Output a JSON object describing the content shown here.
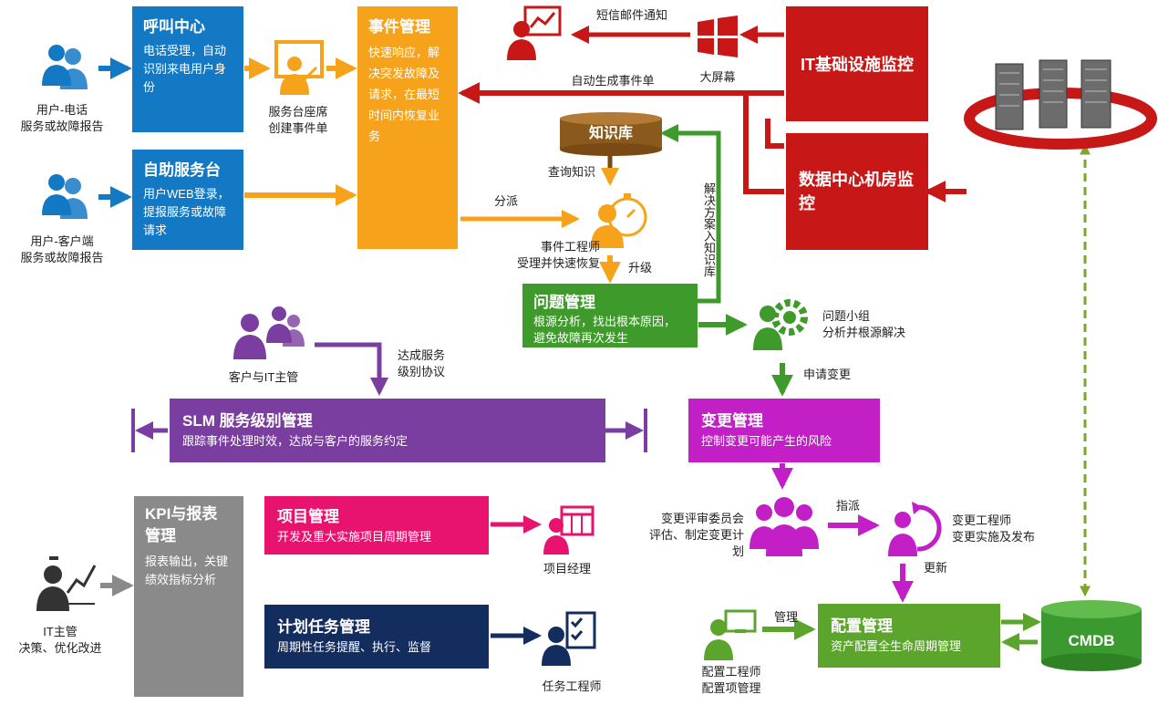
{
  "colors": {
    "blue": "#1479c4",
    "orange": "#f7a21b",
    "red": "#c81717",
    "green": "#3e9a2a",
    "purple": "#7a3ea0",
    "magenta": "#c21fc7",
    "pink": "#e8136e",
    "navy": "#132d5e",
    "gray": "#8a8a8a",
    "lime": "#5ca52d",
    "cmdb": "#3b9a2f"
  },
  "left": {
    "phone_user": "用户-电话\n服务或故障报告",
    "client_user": "用户-客户端\n服务或故障报告",
    "client_it": "客户与IT主管",
    "it_manager": "IT主管\n决策、优化改进"
  },
  "call_center": {
    "title": "呼叫中心",
    "desc": "电话受理，自动识别来电用户身份"
  },
  "self_service": {
    "title": "自助服务台",
    "desc": "用户WEB登录，提报服务或故障请求"
  },
  "service_desk_label": "服务台座席\n创建事件单",
  "incident": {
    "title": "事件管理",
    "desc": "快速响应，解决突发故障及请求，在最短时间内恢复业务"
  },
  "sms_notice": "短信邮件通知",
  "big_screen": "大屏幕",
  "auto_ticket": "自动生成事件单",
  "it_infra": "IT基础设施监控",
  "datacenter": "数据中心机房监控",
  "knowledge_base": "知识库",
  "query_knowledge": "查询知识",
  "dispatch": "分派",
  "solution_to_kb": "解决方案入知识库",
  "incident_engineer": "事件工程师\n受理并快速恢复",
  "escalate": "升级",
  "problem": {
    "title": "问题管理",
    "desc": "根源分析，找出根本原因，避免故障再次发生"
  },
  "problem_team": "问题小组\n分析并根源解决",
  "apply_change": "申请变更",
  "sla_reach": "达成服务\n级别协议",
  "slm": {
    "title": "SLM 服务级别管理",
    "desc": "跟踪事件处理时效，达成与客户的服务约定"
  },
  "change": {
    "title": "变更管理",
    "desc": "控制变更可能产生的风险"
  },
  "cab": "变更评审委员会\n评估、制定变更计划",
  "assign": "指派",
  "change_engineer": "变更工程师\n变更实施及发布",
  "update": "更新",
  "kpi": {
    "title": "KPI与报表管理",
    "desc": "报表输出，关键绩效指标分析"
  },
  "project": {
    "title": "项目管理",
    "desc": "开发及重大实施项目周期管理"
  },
  "project_manager": "项目经理",
  "plan_task": {
    "title": "计划任务管理",
    "desc": "周期性任务提醒、执行、监督"
  },
  "task_engineer": "任务工程师",
  "config_engineer": "配置工程师\n配置项管理",
  "manage": "管理",
  "config": {
    "title": "配置管理",
    "desc": "资产配置全生命周期管理"
  },
  "cmdb": "CMDB"
}
